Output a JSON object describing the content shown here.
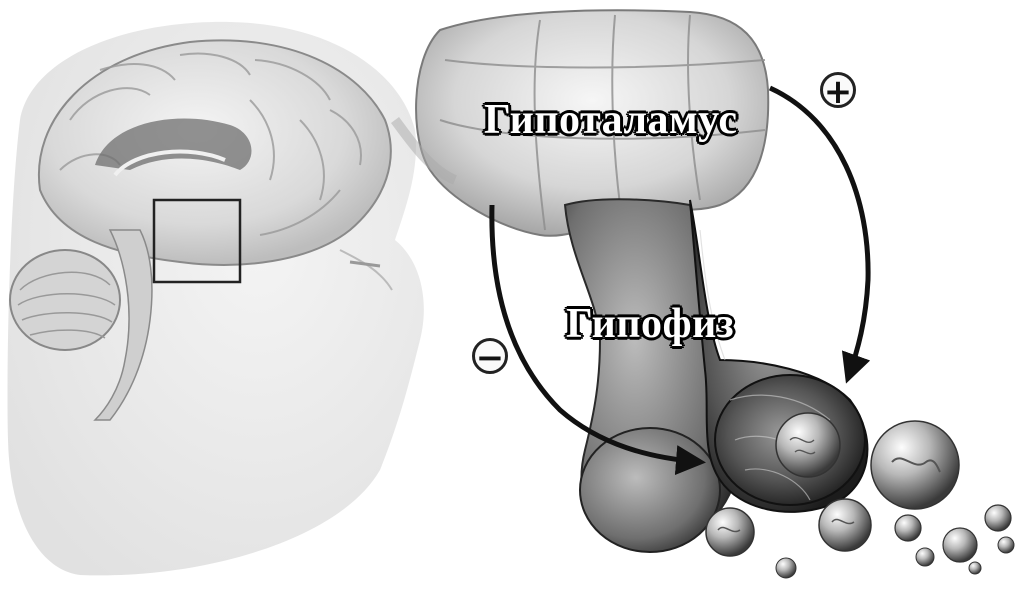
{
  "labels": {
    "hypothalamus": "Гипоталамус",
    "pituitary": "Гипофиз"
  },
  "feedback": {
    "positive_sign": "+",
    "negative_sign": "−"
  },
  "colors": {
    "background": "#ffffff",
    "arrow": "#111111",
    "label_fill": "#ffffff",
    "label_outline": "#000000"
  },
  "icons": {
    "brain": "brain-sagittal-section",
    "focus_box": "zoom-frame",
    "hormones": "hormone-molecule-spheres"
  }
}
